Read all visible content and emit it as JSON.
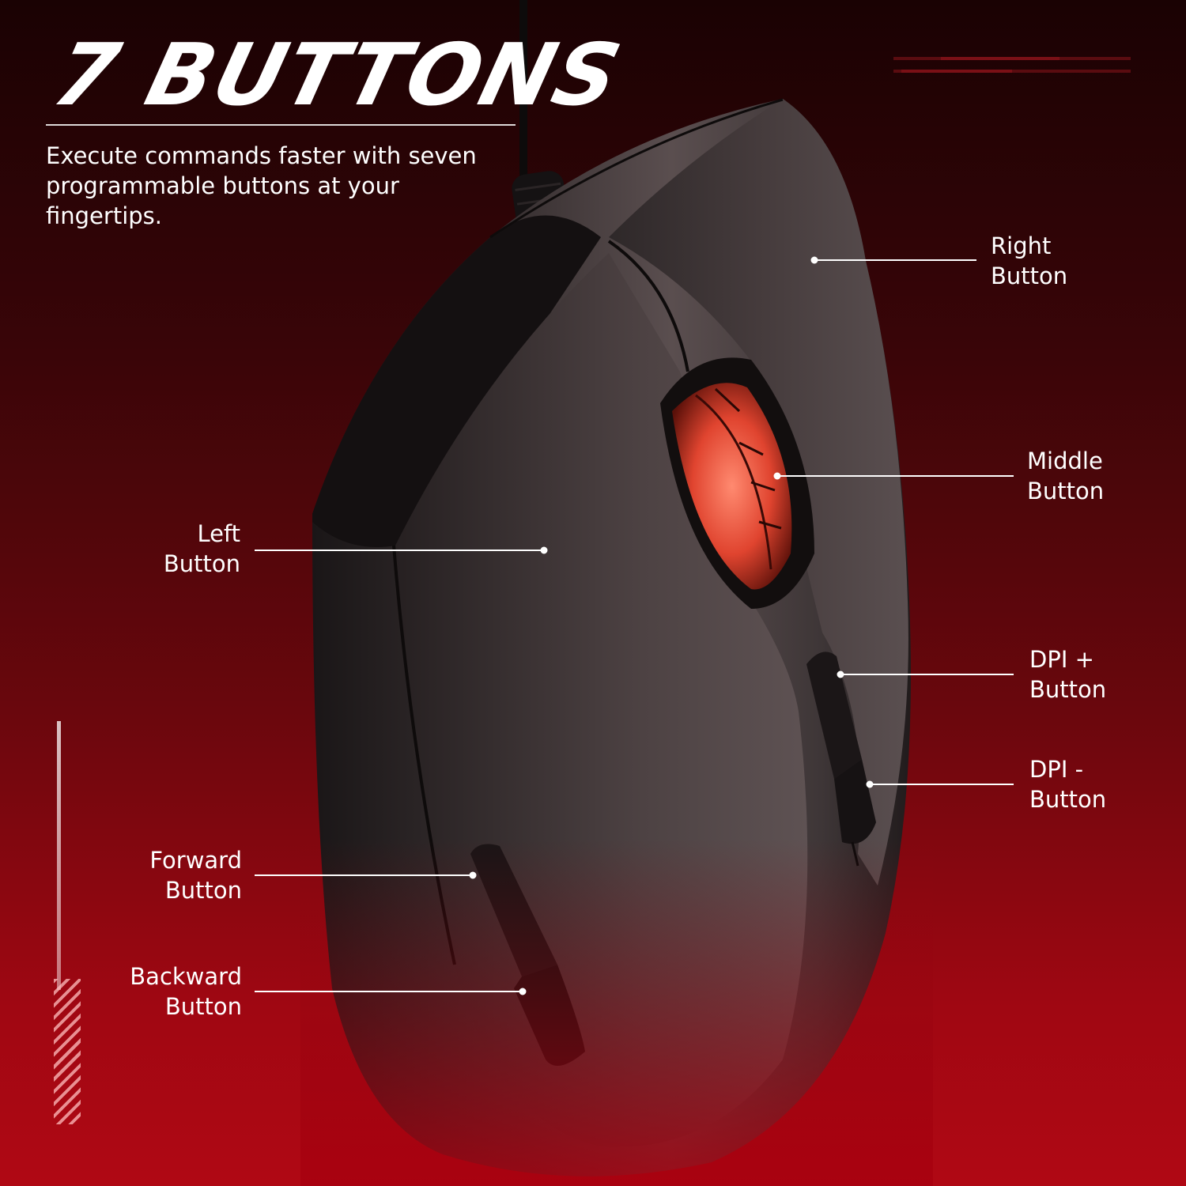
{
  "headline": "7 BUTTONS",
  "description": "Execute commands faster with seven\nprogrammable buttons at your\nfingertips.",
  "callouts": {
    "right": {
      "line1": "Right",
      "line2": "Button"
    },
    "middle": {
      "line1": "Middle",
      "line2": "Button"
    },
    "left": {
      "line1": "Left",
      "line2": "Button"
    },
    "dpi_plus": {
      "line1": "DPI +",
      "line2": "Button"
    },
    "dpi_minus": {
      "line1": "DPI -",
      "line2": "Button"
    },
    "forward": {
      "line1": "Forward",
      "line2": "Button"
    },
    "backward": {
      "line1": "Backward",
      "line2": "Button"
    }
  },
  "colors": {
    "background_top": "#1a0203",
    "background_bottom": "#b00814",
    "accent_glow": "#ff6a55",
    "mouse_body": "#2a2526",
    "text": "#ffffff"
  }
}
